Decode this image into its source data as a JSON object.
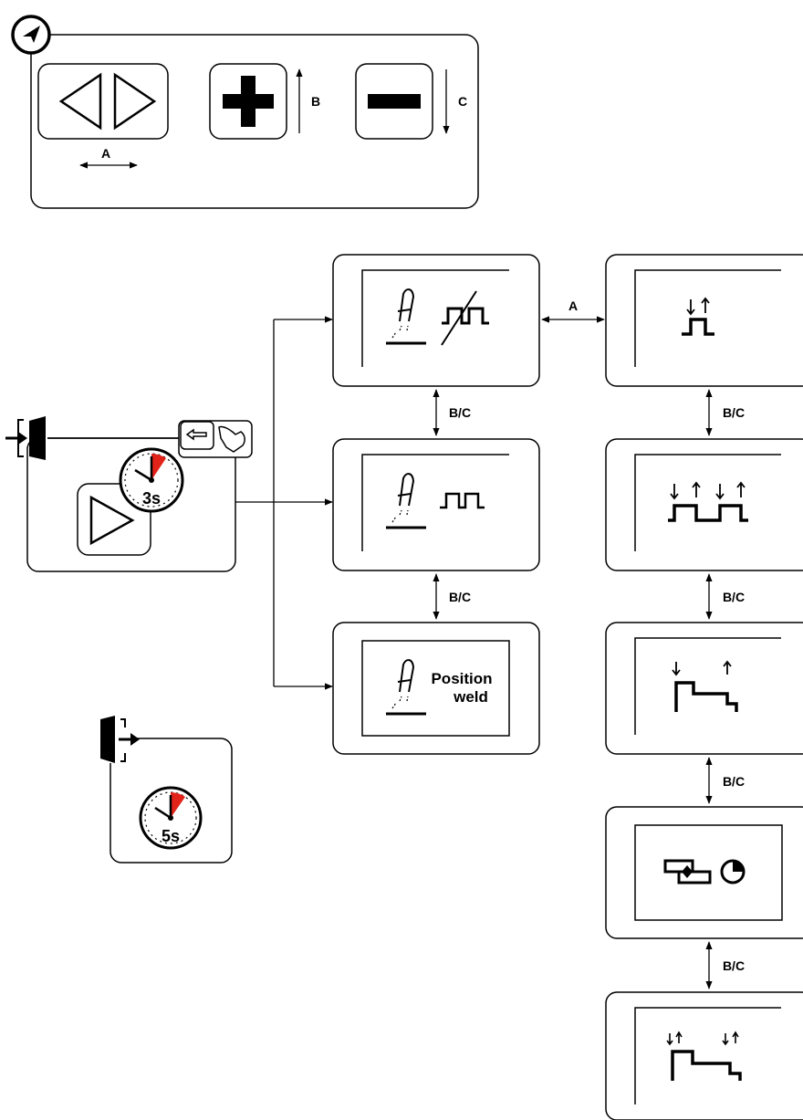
{
  "controls": {
    "arrows_label": "A",
    "plus_label": "B",
    "minus_label": "C"
  },
  "entry": {
    "timer_label": "3s"
  },
  "exit": {
    "timer_label": "5s"
  },
  "screens": {
    "position_weld_line1": "Position",
    "position_weld_line2": "weld"
  },
  "connectors": {
    "horizontal_label": "A",
    "vertical_label": "B/C"
  },
  "icons": {
    "navigation": "navigation-compass-icon",
    "enter": "enter-menu-icon",
    "exit": "exit-menu-icon",
    "timer": "stopwatch-icon",
    "press_key": "press-key-hand-icon",
    "torch": "welding-torch-icon"
  },
  "colors": {
    "timer_sector": "#e2231a",
    "stroke": "#000000"
  }
}
